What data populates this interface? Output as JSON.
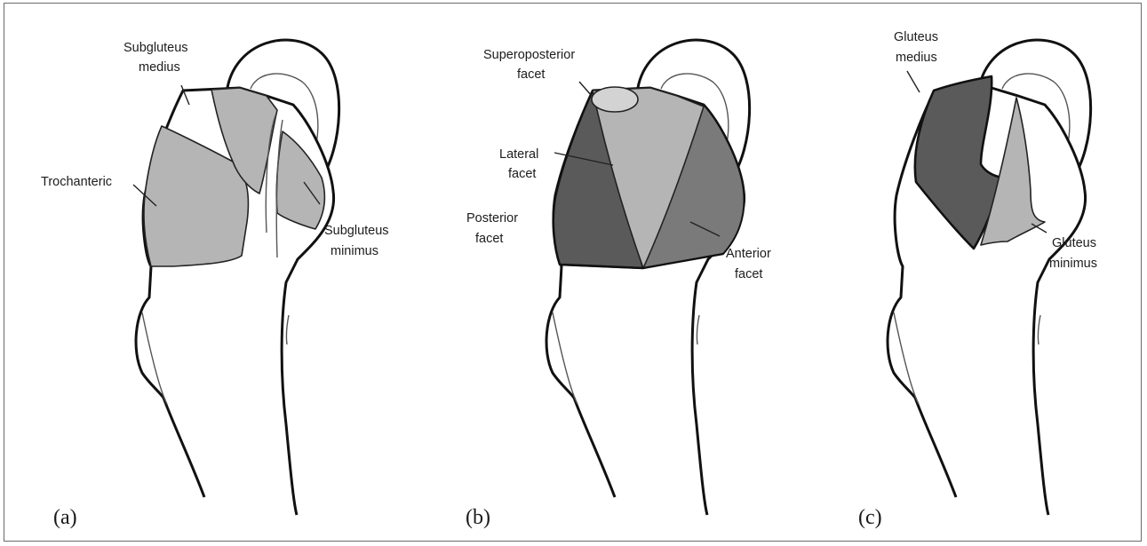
{
  "panels": [
    {
      "panel_label": "(a)",
      "labels": {
        "subgluteus_medius": "Subgluteus\nmedius",
        "trochanteric": "Trochanteric",
        "subgluteus_minimus": "Subgluteus\nminimus"
      }
    },
    {
      "panel_label": "(b)",
      "labels": {
        "superoposterior_facet": "Superoposterior\nfacet",
        "lateral_facet": "Lateral\nfacet",
        "posterior_facet": "Posterior\nfacet",
        "anterior_facet": "Anterior\nfacet"
      }
    },
    {
      "panel_label": "(c)",
      "labels": {
        "gluteus_medius": "Gluteus\nmedius",
        "gluteus_minimus": "Gluteus\nminimus"
      }
    }
  ],
  "colors": {
    "background": "#ffffff",
    "outline": "#111111",
    "light_gray": "#b5b5b5",
    "lighter_gray": "#d3d3d3",
    "mid_gray": "#7a7a7a",
    "dark_gray": "#5a5a5a"
  }
}
